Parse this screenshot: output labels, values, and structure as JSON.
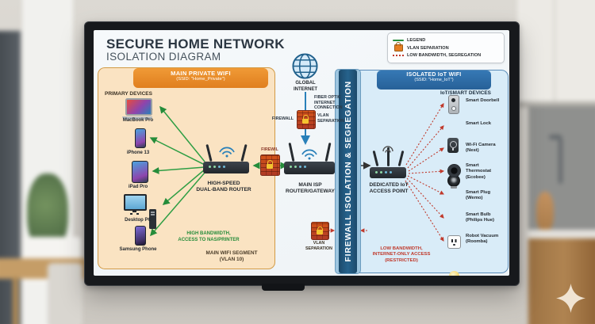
{
  "screen": {
    "title1": "SECURE HOME NETWORK",
    "title2": "ISOLATION DIAGRAM"
  },
  "legend": {
    "title": "LEGEND",
    "vlan": "VLAN SEPARATION",
    "low": "LOW BANDWIDTH, SEGREGATION"
  },
  "main": {
    "header": "MAIN PRIVATE WIFI",
    "ssid": "(SSID: \"Home_Private\")",
    "section": "PRIMARY DEVICES",
    "devices": [
      {
        "label": "MacBook Pro"
      },
      {
        "label": "iPhone 13"
      },
      {
        "label": "iPad Pro"
      },
      {
        "label": "Desktop PC"
      },
      {
        "label": "Samsung Phone"
      }
    ],
    "router": "HIGH-SPEED\nDUAL-BAND ROUTER",
    "note": "HIGH BANDWIDTH,\nACCESS TO NAS/PRINTER",
    "segment": "MAIN WIFI SEGMENT\n(VLAN 10)"
  },
  "net": {
    "internet": "GLOBAL\nINTERNET",
    "fiber": "FIBER OPTIC\nINTERNET\nCONNECTION",
    "firewall": "FIREWALL",
    "vlan": "VLAN\nSEPARATION",
    "isp": "MAIN ISP\nROUTER/GATEWAY",
    "midfw": "FIREWIL",
    "barrier": "FIREWALL ISOLATION & SEGREGATION"
  },
  "iot": {
    "header": "ISOLATED IoT WIFI",
    "ssid": "(SSID: \"Home_IoT\")",
    "section": "IoT/SMART DEVICES",
    "ap": "DEDICATED IoT\nACCESS POINT",
    "devices": [
      {
        "label": "Smart Doorbell"
      },
      {
        "label": "Smart Lock"
      },
      {
        "label": "Wi-Fi Camera (Nest)"
      },
      {
        "label": "Smart Thermostat (Ecobee)"
      },
      {
        "label": "Smart Plug (Wemo)"
      },
      {
        "label": "Smart Bulb (Philips Hue)"
      },
      {
        "label": "Robot Vacuum (Roomba)"
      }
    ],
    "vlan": "VLAN\nSEPARATION",
    "note": "LOW BANDWIDTH,\nINTERNET-ONLY ACCESS\n(RESTRICTED)"
  },
  "colors": {
    "orange_header": "#e8882a",
    "orange_fill": "#fae3c2",
    "blue_header": "#2a6ca8",
    "blue_fill": "#d9ecf8",
    "barrier_blue": "#1c4a6b",
    "green": "#258c3a",
    "red": "#c0392b"
  }
}
